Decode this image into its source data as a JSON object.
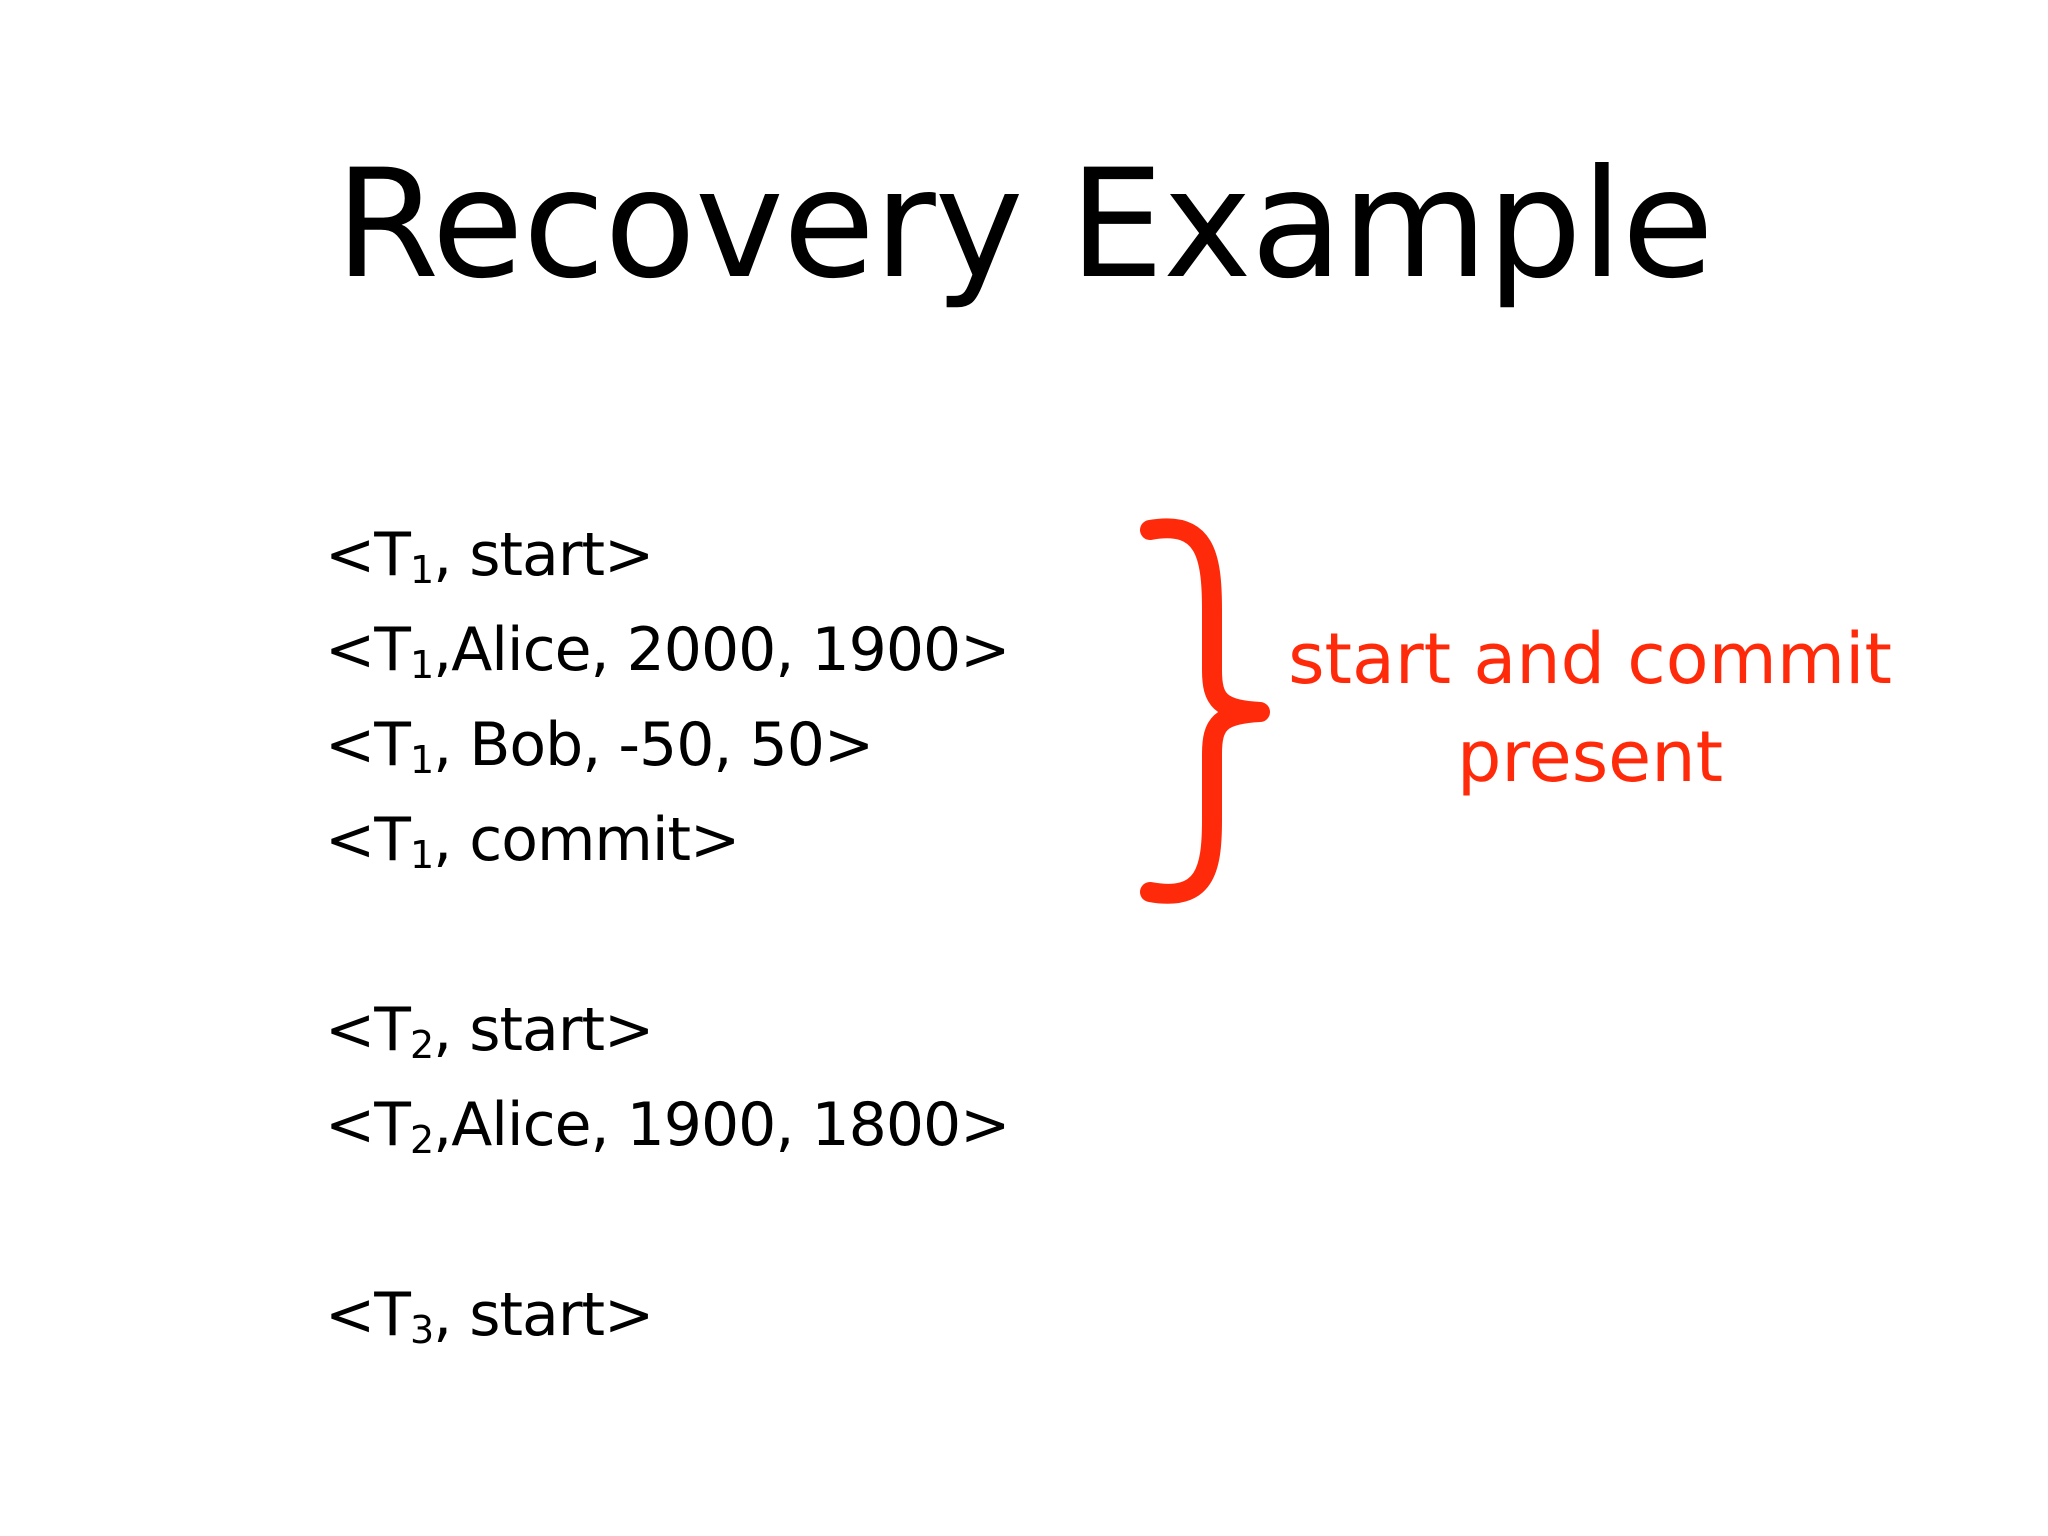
{
  "slide": {
    "title": "Recovery Example",
    "log_entries": [
      {
        "open": "<T",
        "sub": "1",
        "rest": ", start>"
      },
      {
        "open": "<T",
        "sub": "1",
        "rest": ",Alice, 2000, 1900>"
      },
      {
        "open": "<T",
        "sub": "1",
        "rest": ", Bob, -50, 50>"
      },
      {
        "open": "<T",
        "sub": "1",
        "rest": ", commit>"
      },
      {
        "open": "<T",
        "sub": "2",
        "rest": ", start>"
      },
      {
        "open": "<T",
        "sub": "2",
        "rest": ",Alice, 1900, 1800>"
      },
      {
        "open": "<T",
        "sub": "3",
        "rest": ", start>"
      }
    ],
    "annotation": {
      "line1": "start and commit",
      "line2": "present",
      "color": "#ff2a0a"
    }
  }
}
